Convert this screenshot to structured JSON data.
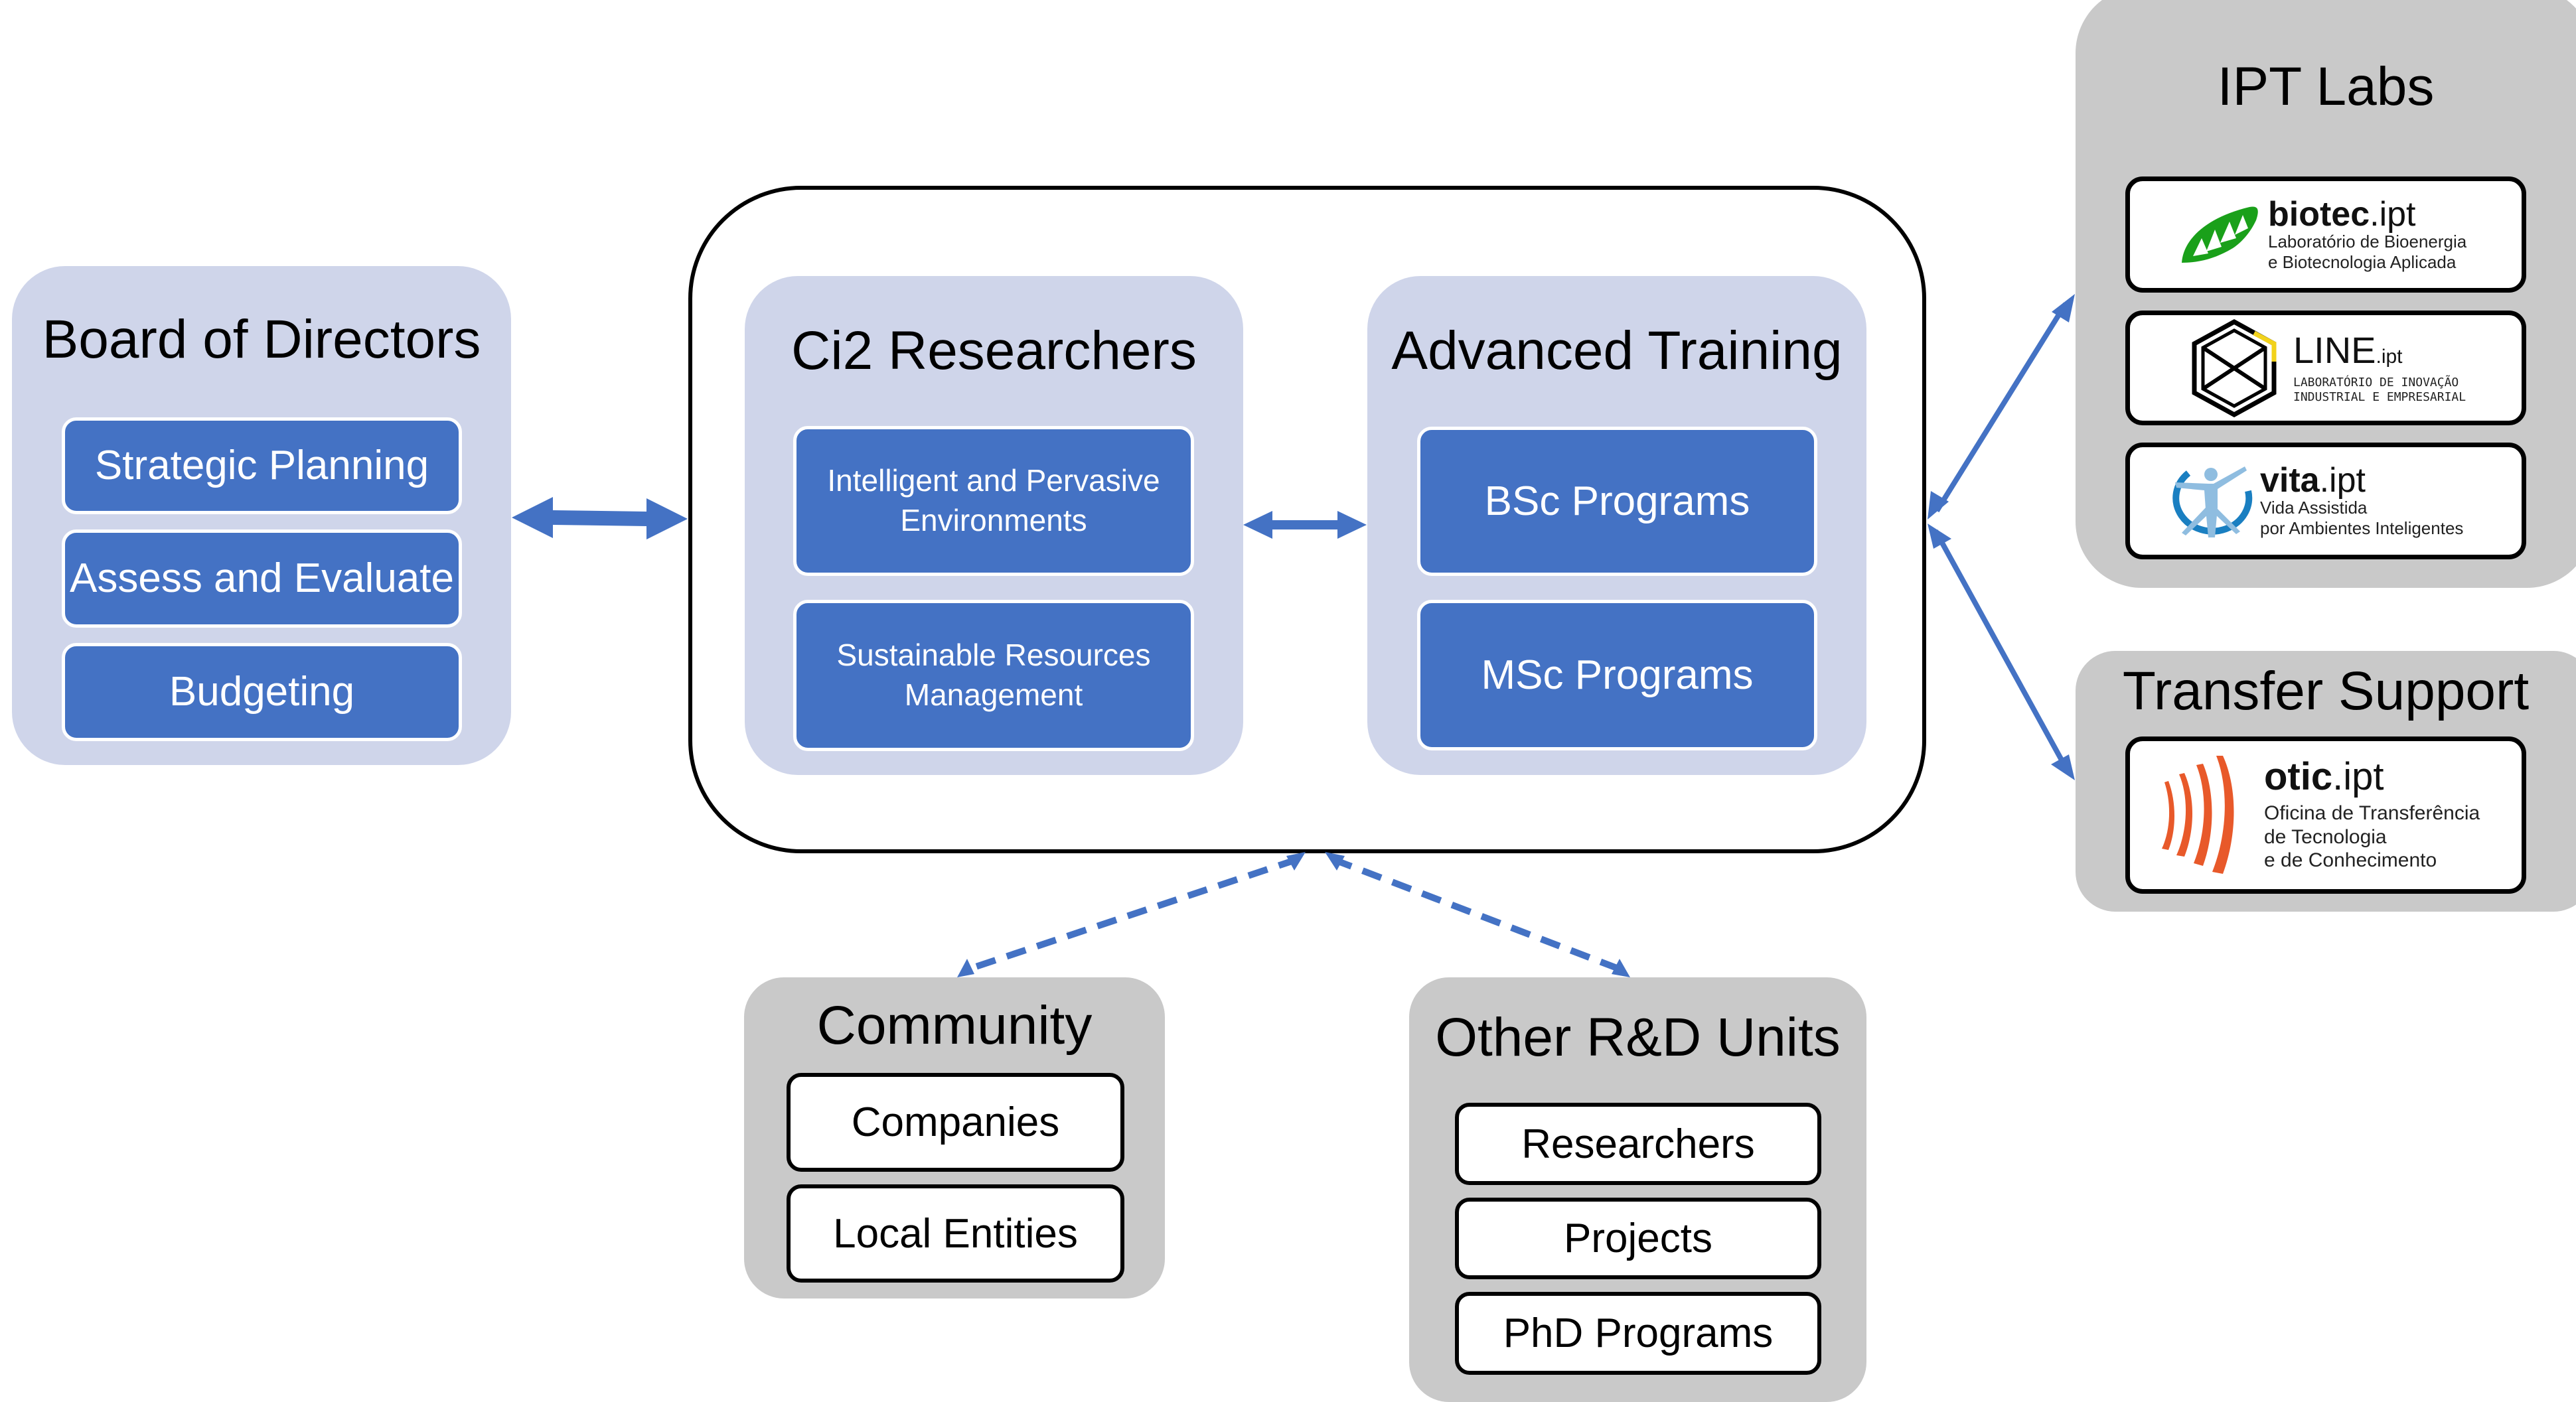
{
  "colors": {
    "arrow": "#4472c4",
    "item_blue": "#4472c4",
    "group_blue": "#cfd5ea",
    "group_gray": "#c9c9c9",
    "biotec_green": "#1aa01a",
    "line_yellow": "#f2d21b",
    "vita_blue": "#1a7fc1",
    "vita_light": "#8fbde0",
    "otic_orange": "#e8592a"
  },
  "board": {
    "title": "Board of Directors",
    "items": [
      "Strategic Planning",
      "Assess and Evaluate",
      "Budgeting"
    ]
  },
  "researchers": {
    "title": "Ci2 Researchers",
    "items": [
      "Intelligent and Pervasive Environments",
      "Sustainable Resources Management"
    ]
  },
  "training": {
    "title": "Advanced Training",
    "items": [
      "BSc Programs",
      "MSc Programs"
    ]
  },
  "community": {
    "title": "Community",
    "items": [
      "Companies",
      "Local Entities"
    ]
  },
  "other_units": {
    "title": "Other R&D Units",
    "items": [
      "Researchers",
      "Projects",
      "PhD Programs"
    ]
  },
  "ipt_labs": {
    "title": "IPT Labs",
    "labs": [
      {
        "name_bold": "biotec",
        "name_light": ".ipt",
        "lines": [
          "Laboratório de Bioenergia",
          "e Biotecnologia Aplicada"
        ],
        "icon": "leaf-icon"
      },
      {
        "name_bold": "LINE",
        "name_light": ".ipt",
        "lines": [
          "LABORATÓRIO DE INOVAÇÃO",
          "INDUSTRIAL E EMPRESARIAL"
        ],
        "icon": "hexagon-cube-icon"
      },
      {
        "name_bold": "vita",
        "name_light": ".ipt",
        "lines": [
          "Vida Assistida",
          "por Ambientes Inteligentes"
        ],
        "icon": "vitruvian-man-icon"
      }
    ]
  },
  "transfer": {
    "title": "Transfer Support",
    "lab": {
      "name_bold": "otic",
      "name_light": ".ipt",
      "lines": [
        "Oficina de Transferência",
        "de Tecnologia",
        "e de Conhecimento"
      ],
      "icon": "signal-arcs-icon"
    }
  },
  "connections": [
    {
      "from": "Board of Directors",
      "to": "Ci2 Core",
      "style": "solid",
      "direction": "bidirectional"
    },
    {
      "from": "Ci2 Researchers",
      "to": "Advanced Training",
      "style": "solid",
      "direction": "bidirectional"
    },
    {
      "from": "Ci2 Core",
      "to": "IPT Labs",
      "style": "solid",
      "direction": "bidirectional"
    },
    {
      "from": "Ci2 Core",
      "to": "Transfer Support",
      "style": "solid",
      "direction": "bidirectional"
    },
    {
      "from": "Ci2 Core",
      "to": "Community",
      "style": "dashed",
      "direction": "bidirectional"
    },
    {
      "from": "Ci2 Core",
      "to": "Other R&D Units",
      "style": "dashed",
      "direction": "bidirectional"
    }
  ]
}
